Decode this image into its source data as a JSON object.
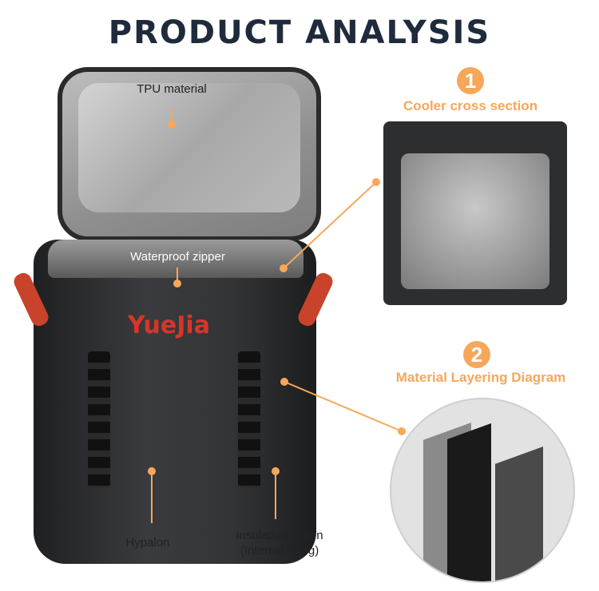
{
  "title": "PRODUCT ANALYSIS",
  "brand": "YueJia",
  "callouts": {
    "tpu": "TPU material",
    "zipper": "Waterproof zipper",
    "hypalon": "Hypalon",
    "insulation_1": "Insulation cotton",
    "insulation_2": "(Internal filling)"
  },
  "sections": [
    {
      "number": "1",
      "label": "Cooler cross section"
    },
    {
      "number": "2",
      "label": "Material Layering Diagram"
    }
  ],
  "colors": {
    "accent": "#f6a75a",
    "title": "#1f2b3c",
    "brand": "#d6362a"
  }
}
